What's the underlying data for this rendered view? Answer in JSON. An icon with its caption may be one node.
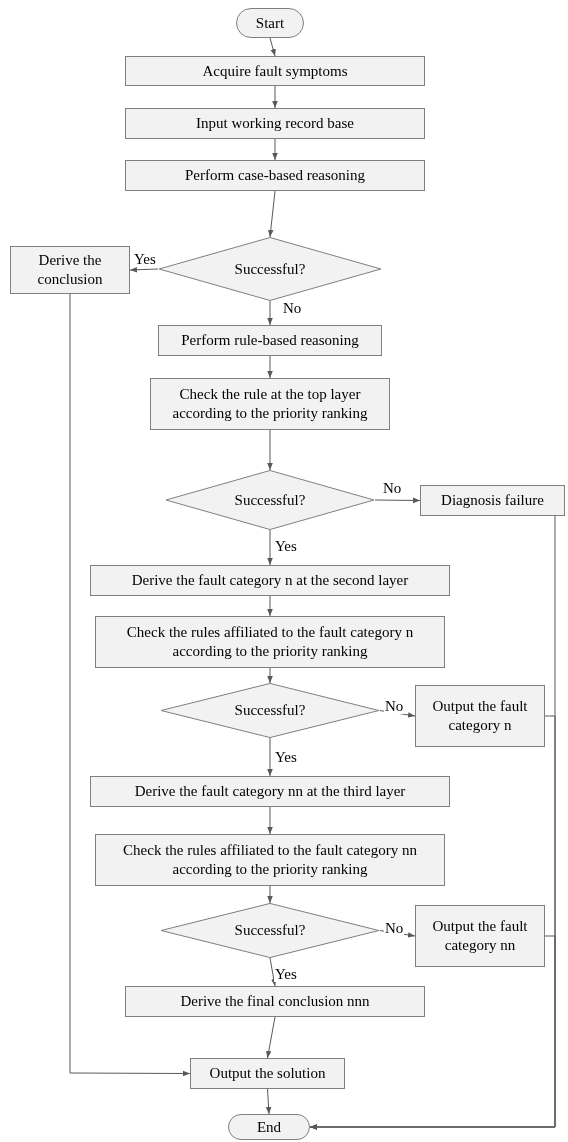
{
  "diagram": {
    "nodes": [
      {
        "text": [
          "Start"
        ]
      },
      {
        "text": [
          "Acquire fault symptoms"
        ]
      },
      {
        "text": [
          "Input working record base"
        ]
      },
      {
        "text": [
          "Perform case-based reasoning"
        ]
      },
      {
        "text": [
          "Successful?"
        ]
      },
      {
        "text": [
          "Derive the conclusion"
        ]
      },
      {
        "text": [
          "Perform rule-based reasoning"
        ]
      },
      {
        "text": [
          "Check the rule at the top layer according to the priority ranking"
        ]
      },
      {
        "text": [
          "Successful?"
        ]
      },
      {
        "text": [
          "Diagnosis failure"
        ]
      },
      {
        "text": [
          "Derive the fault category n at the second layer"
        ]
      },
      {
        "text": [
          "Check the rules affiliated to the fault category n according to the priority ranking"
        ]
      },
      {
        "text": [
          "Successful?"
        ]
      },
      {
        "text": [
          "Output the fault category n"
        ]
      },
      {
        "text": [
          "Derive the fault category nn at the third layer"
        ]
      },
      {
        "text": [
          "Check the rules affiliated to the fault category nn according to the priority ranking"
        ]
      },
      {
        "text": [
          "Successful?"
        ]
      },
      {
        "text": [
          "Output the fault category nn"
        ]
      },
      {
        "text": [
          "Derive the final conclusion nnn"
        ]
      },
      {
        "text": [
          "Output the solution"
        ]
      },
      {
        "text": [
          "End"
        ]
      }
    ],
    "edges": [
      {
        "from": 0,
        "to": 1,
        "arrow": "to"
      },
      {
        "from": 1,
        "to": 2,
        "arrow": "to"
      },
      {
        "from": 2,
        "to": 3,
        "arrow": "to"
      },
      {
        "from": 3,
        "to": 4,
        "arrow": "to"
      },
      {
        "from": 4,
        "to": 5,
        "label": "Yes",
        "arrow": "to"
      },
      {
        "from": 4,
        "to": 6,
        "label": "No",
        "arrow": "to"
      },
      {
        "from": 6,
        "to": 7,
        "arrow": "to"
      },
      {
        "from": 7,
        "to": 8,
        "arrow": "to"
      },
      {
        "from": 8,
        "to": 9,
        "label": "No",
        "arrow": "to"
      },
      {
        "from": 8,
        "to": 10,
        "label": "Yes",
        "arrow": "to"
      },
      {
        "from": 10,
        "to": 11,
        "arrow": "to"
      },
      {
        "from": 11,
        "to": 12,
        "arrow": "to"
      },
      {
        "from": 12,
        "to": 13,
        "label": "No",
        "arrow": "to"
      },
      {
        "from": 12,
        "to": 14,
        "label": "Yes",
        "arrow": "to"
      },
      {
        "from": 14,
        "to": 15,
        "arrow": "to"
      },
      {
        "from": 15,
        "to": 16,
        "arrow": "to"
      },
      {
        "from": 16,
        "to": 17,
        "label": "No",
        "arrow": "to"
      },
      {
        "from": 16,
        "to": 18,
        "label": "Yes",
        "arrow": "to"
      },
      {
        "from": 18,
        "to": 19,
        "arrow": "to"
      },
      {
        "from": 5,
        "to": 19,
        "arrow": "to"
      },
      {
        "from": 19,
        "to": 20,
        "arrow": "to"
      },
      {
        "from": 9,
        "to": 20,
        "arrow": "to"
      },
      {
        "from": 13,
        "to": 20,
        "arrow": "to"
      },
      {
        "from": 17,
        "to": 20,
        "arrow": "to"
      }
    ]
  }
}
